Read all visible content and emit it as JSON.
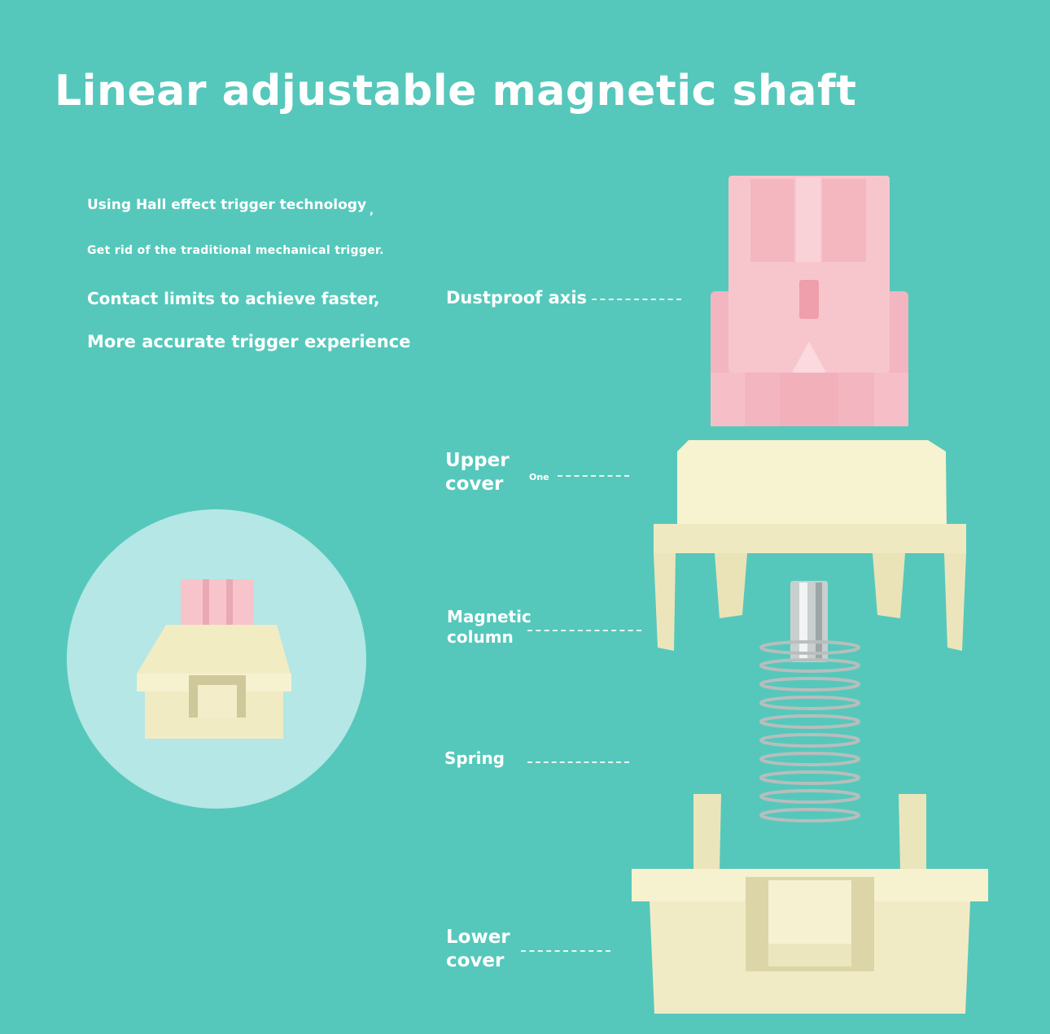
{
  "title": "Linear adjustable magnetic shaft",
  "intro": {
    "line1": "Using Hall effect trigger technology",
    "line1_mark": ",",
    "line2": "Get rid of the traditional mechanical trigger.",
    "line3": "Contact limits to achieve faster,",
    "line4": "More accurate trigger experience"
  },
  "labels": {
    "dustproof_axis": "Dustproof axis",
    "upper_cover": "Upper\ncover",
    "upper_cover_note": "One",
    "magnetic_column": "Magnetic\ncolumn",
    "spring": "Spring",
    "lower_cover": "Lower\ncover"
  },
  "colors": {
    "background": "#55c8bb",
    "stem_pink": "#f7c4cb",
    "housing_cream": "#f4efc9",
    "circle_bg": "#b4e7e5",
    "metal": "#c9cfcf"
  }
}
